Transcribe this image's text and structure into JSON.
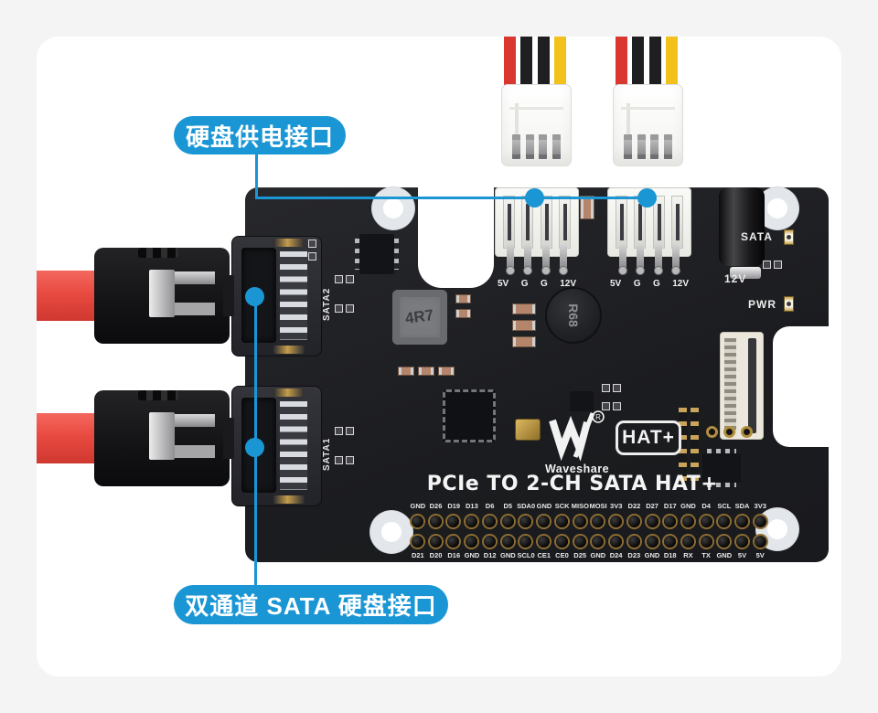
{
  "annotations": {
    "accent_color": "#1b96d4",
    "power_callout": "硬盘供电接口",
    "sata_callout": "双通道 SATA 硬盘接口"
  },
  "cables": {
    "power_wire_colors": [
      "#d8382f",
      "#1f1f22",
      "#1f1f22",
      "#f3c11b"
    ],
    "sata_cable_color": "#e84a40"
  },
  "board": {
    "title": "PCIe TO 2-CH SATA HAT+",
    "brand": "Waveshare",
    "hat_badge": "HAT+",
    "sata_port_top": "SATA2",
    "sata_port_bottom": "SATA1",
    "power_pin_labels": [
      "5V",
      "G",
      "G",
      "12V"
    ],
    "indicator_sata": "SATA",
    "indicator_pwr": "PWR",
    "label_12v": "12V",
    "inductor_square_label": "4R7",
    "inductor_round_label": "R68",
    "gpio_labels_top": [
      "GND",
      "D26",
      "D19",
      "D13",
      "D6",
      "D5",
      "SDA0",
      "GND",
      "SCK",
      "MISO",
      "MOSI",
      "3V3",
      "D22",
      "D27",
      "D17",
      "GND",
      "D4",
      "SCL",
      "SDA",
      "3V3"
    ],
    "gpio_labels_bottom": [
      "D21",
      "D20",
      "D16",
      "GND",
      "D12",
      "GND",
      "SCL0",
      "CE1",
      "CE0",
      "D25",
      "GND",
      "D24",
      "D23",
      "GND",
      "D18",
      "RX",
      "TX",
      "GND",
      "5V",
      "5V"
    ]
  }
}
